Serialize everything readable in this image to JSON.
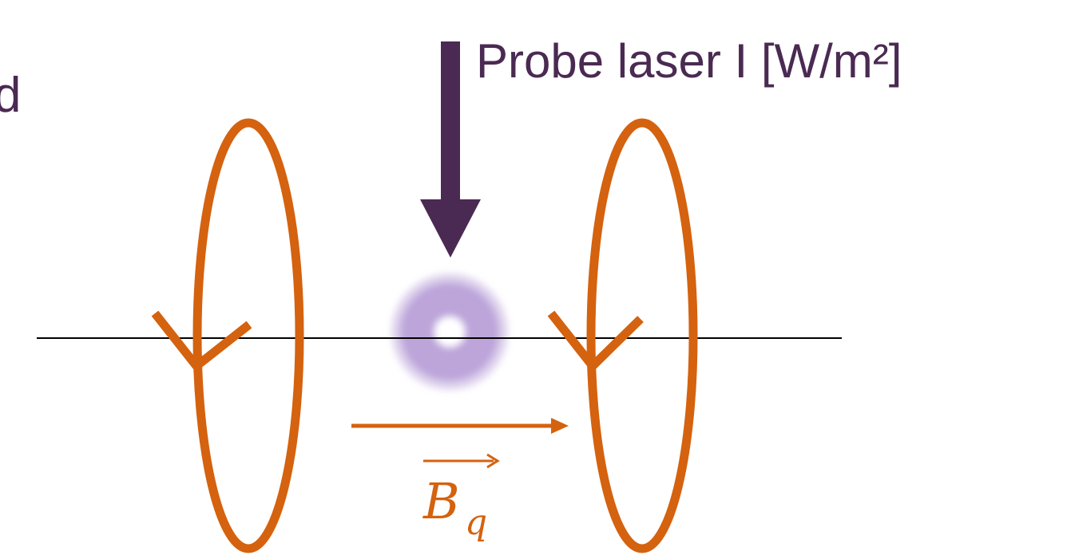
{
  "labels": {
    "partial_left": "d",
    "probe_laser": "Probe laser I [W/m²]",
    "field_symbol": "B",
    "field_subscript": "q"
  },
  "colors": {
    "coil": "#d4620f",
    "laser": "#4a2a52",
    "cloud": "#b9a0d8",
    "axis": "#000000",
    "background": "#ffffff"
  }
}
